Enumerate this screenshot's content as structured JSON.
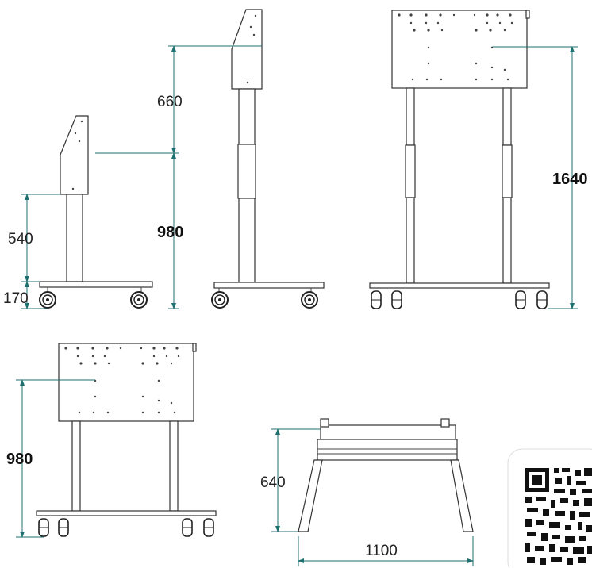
{
  "dimensions": {
    "low_side_mount_height": "540",
    "low_side_base_height": "170",
    "high_side_stroke": "660",
    "high_side_height": "980",
    "front_max_height": "1640",
    "front_low_height": "980",
    "base_depth_height": "640",
    "base_width": "1100"
  },
  "qr_code": "qr-code",
  "colors": {
    "dimension_line": "#1f6f6f",
    "drawing_line": "#333333"
  }
}
